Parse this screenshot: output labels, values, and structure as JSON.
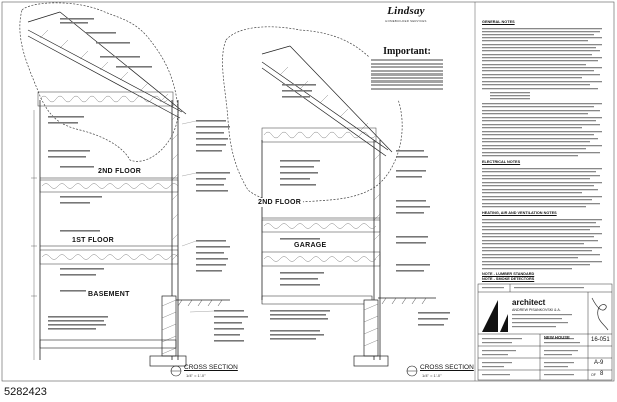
{
  "sheet": {
    "brand": "Lindsay",
    "brand_sub": "HOMEBUILDER SERVICES",
    "important_title": "Important:",
    "floors_left": {
      "second": "2ND FLOOR",
      "first": "1ST FLOOR",
      "basement": "BASEMENT"
    },
    "floors_right": {
      "second": "2ND FLOOR",
      "garage": "GARAGE"
    },
    "sections": {
      "left_title": "CROSS SECTION",
      "left_scale": "1/4\" = 1'-0\"",
      "right_title": "CROSS SECTION",
      "right_scale": "1/4\" = 1'-0\""
    },
    "notes": {
      "general": "GENERAL NOTES",
      "electrical": "ELECTRICAL NOTES",
      "heating": "HEATING, AIR AND VENTILATION NOTES",
      "lumber": "NOTE - LUMBER STANDARD",
      "smoke": "NOTE - SMOKE DETECTORS"
    },
    "title_block": {
      "company": "architect",
      "firm": "ANDREW PISANKOVSKI & A.",
      "project": "NEW HOUSE",
      "sheet_no": "16-051",
      "drawing_no": "A-9",
      "of_label": "OF",
      "of_value": "8"
    }
  },
  "listing_id": "5282423"
}
